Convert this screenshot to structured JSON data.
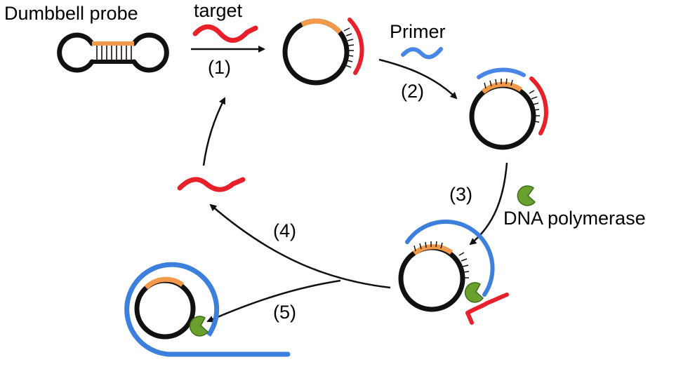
{
  "labels": {
    "probe": "Dumbbell probe",
    "target": "target",
    "primer": "Primer",
    "polymerase": "DNA polymerase"
  },
  "steps": [
    "(1)",
    "(2)",
    "(3)",
    "(4)",
    "(5)"
  ],
  "colors": {
    "strand": "#111111",
    "loop_region": "#f39a4a",
    "target": "#e8202a",
    "primer": "#4a86e8",
    "product": "#3d7fdc",
    "polymerase": "#6aa12e",
    "polymerase_dark": "#3f6e19",
    "arrow": "#111111"
  },
  "icons": {
    "polymerase": "pacman-enzyme-icon",
    "arrow": "curved-arrow-icon"
  }
}
